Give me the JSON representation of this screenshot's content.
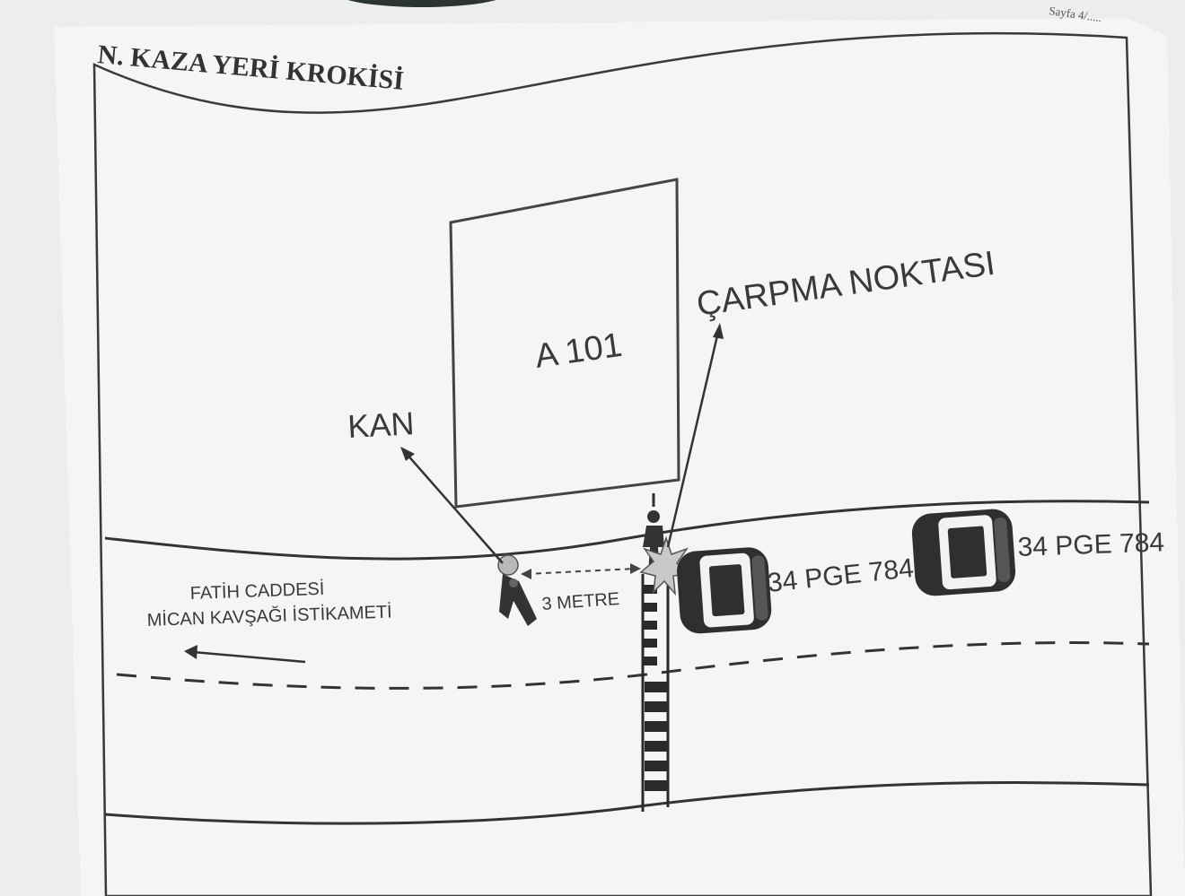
{
  "header": {
    "page_number": "Sayfa 4/.....",
    "section_title": "N. KAZA YERİ KROKİSİ"
  },
  "sketch": {
    "building_label": "A 101",
    "blood_label": "KAN",
    "impact_label": "ÇARPMA NOKTASI",
    "distance_label": "3 METRE",
    "direction_line1": "FATİH CADDESİ",
    "direction_line2": "MİCAN KAVŞAĞI İSTİKAMETİ",
    "vehicle_1_plate": "34 PGE 784",
    "vehicle_2_plate": "34 PGE 784"
  },
  "colors": {
    "paper": "#f4f5f5",
    "ink": "#3a3a3a",
    "background": "#d9dadb"
  }
}
